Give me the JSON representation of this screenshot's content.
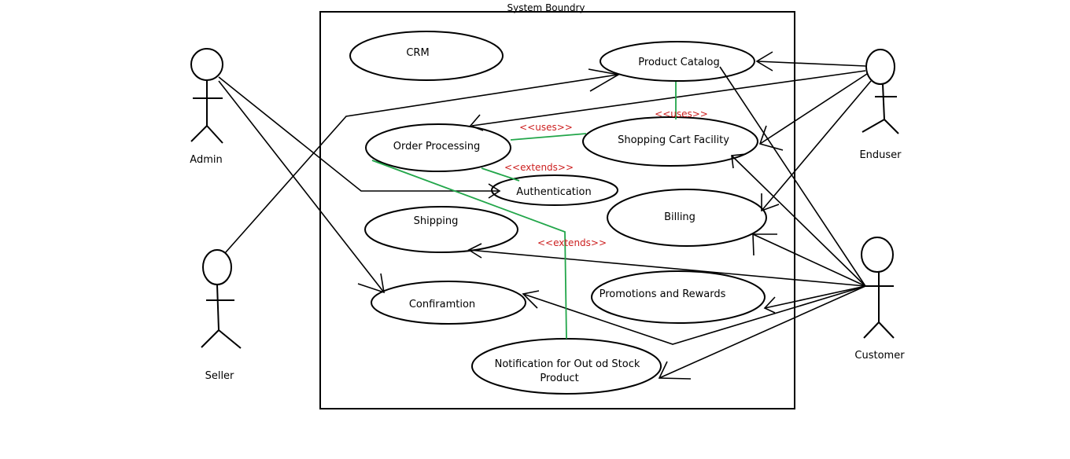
{
  "system": {
    "title": "System Boundry"
  },
  "actors": {
    "admin": "Admin",
    "seller": "Seller",
    "enduser": "Enduser",
    "customer": "Customer"
  },
  "use_cases": {
    "crm": "CRM",
    "product_catalog": "Product Catalog",
    "order_processing": "Order Processing",
    "shopping_cart": "Shopping Cart Facility",
    "authentication": "Authentication",
    "billing": "Billing",
    "shipping": "Shipping",
    "confirmation": "Confiramtion",
    "promotions": "Promotions and Rewards",
    "notification_line1": "Notification for Out od Stock",
    "notification_line2": "Product"
  },
  "relationships": {
    "uses_1": "<<uses>>",
    "uses_2": "<<uses>>",
    "extends_1": "<<extends>>",
    "extends_2": "<<extends>>"
  },
  "colors": {
    "association": "#000000",
    "relationship": "#22a64a",
    "stereotype": "#cc1f1f"
  }
}
